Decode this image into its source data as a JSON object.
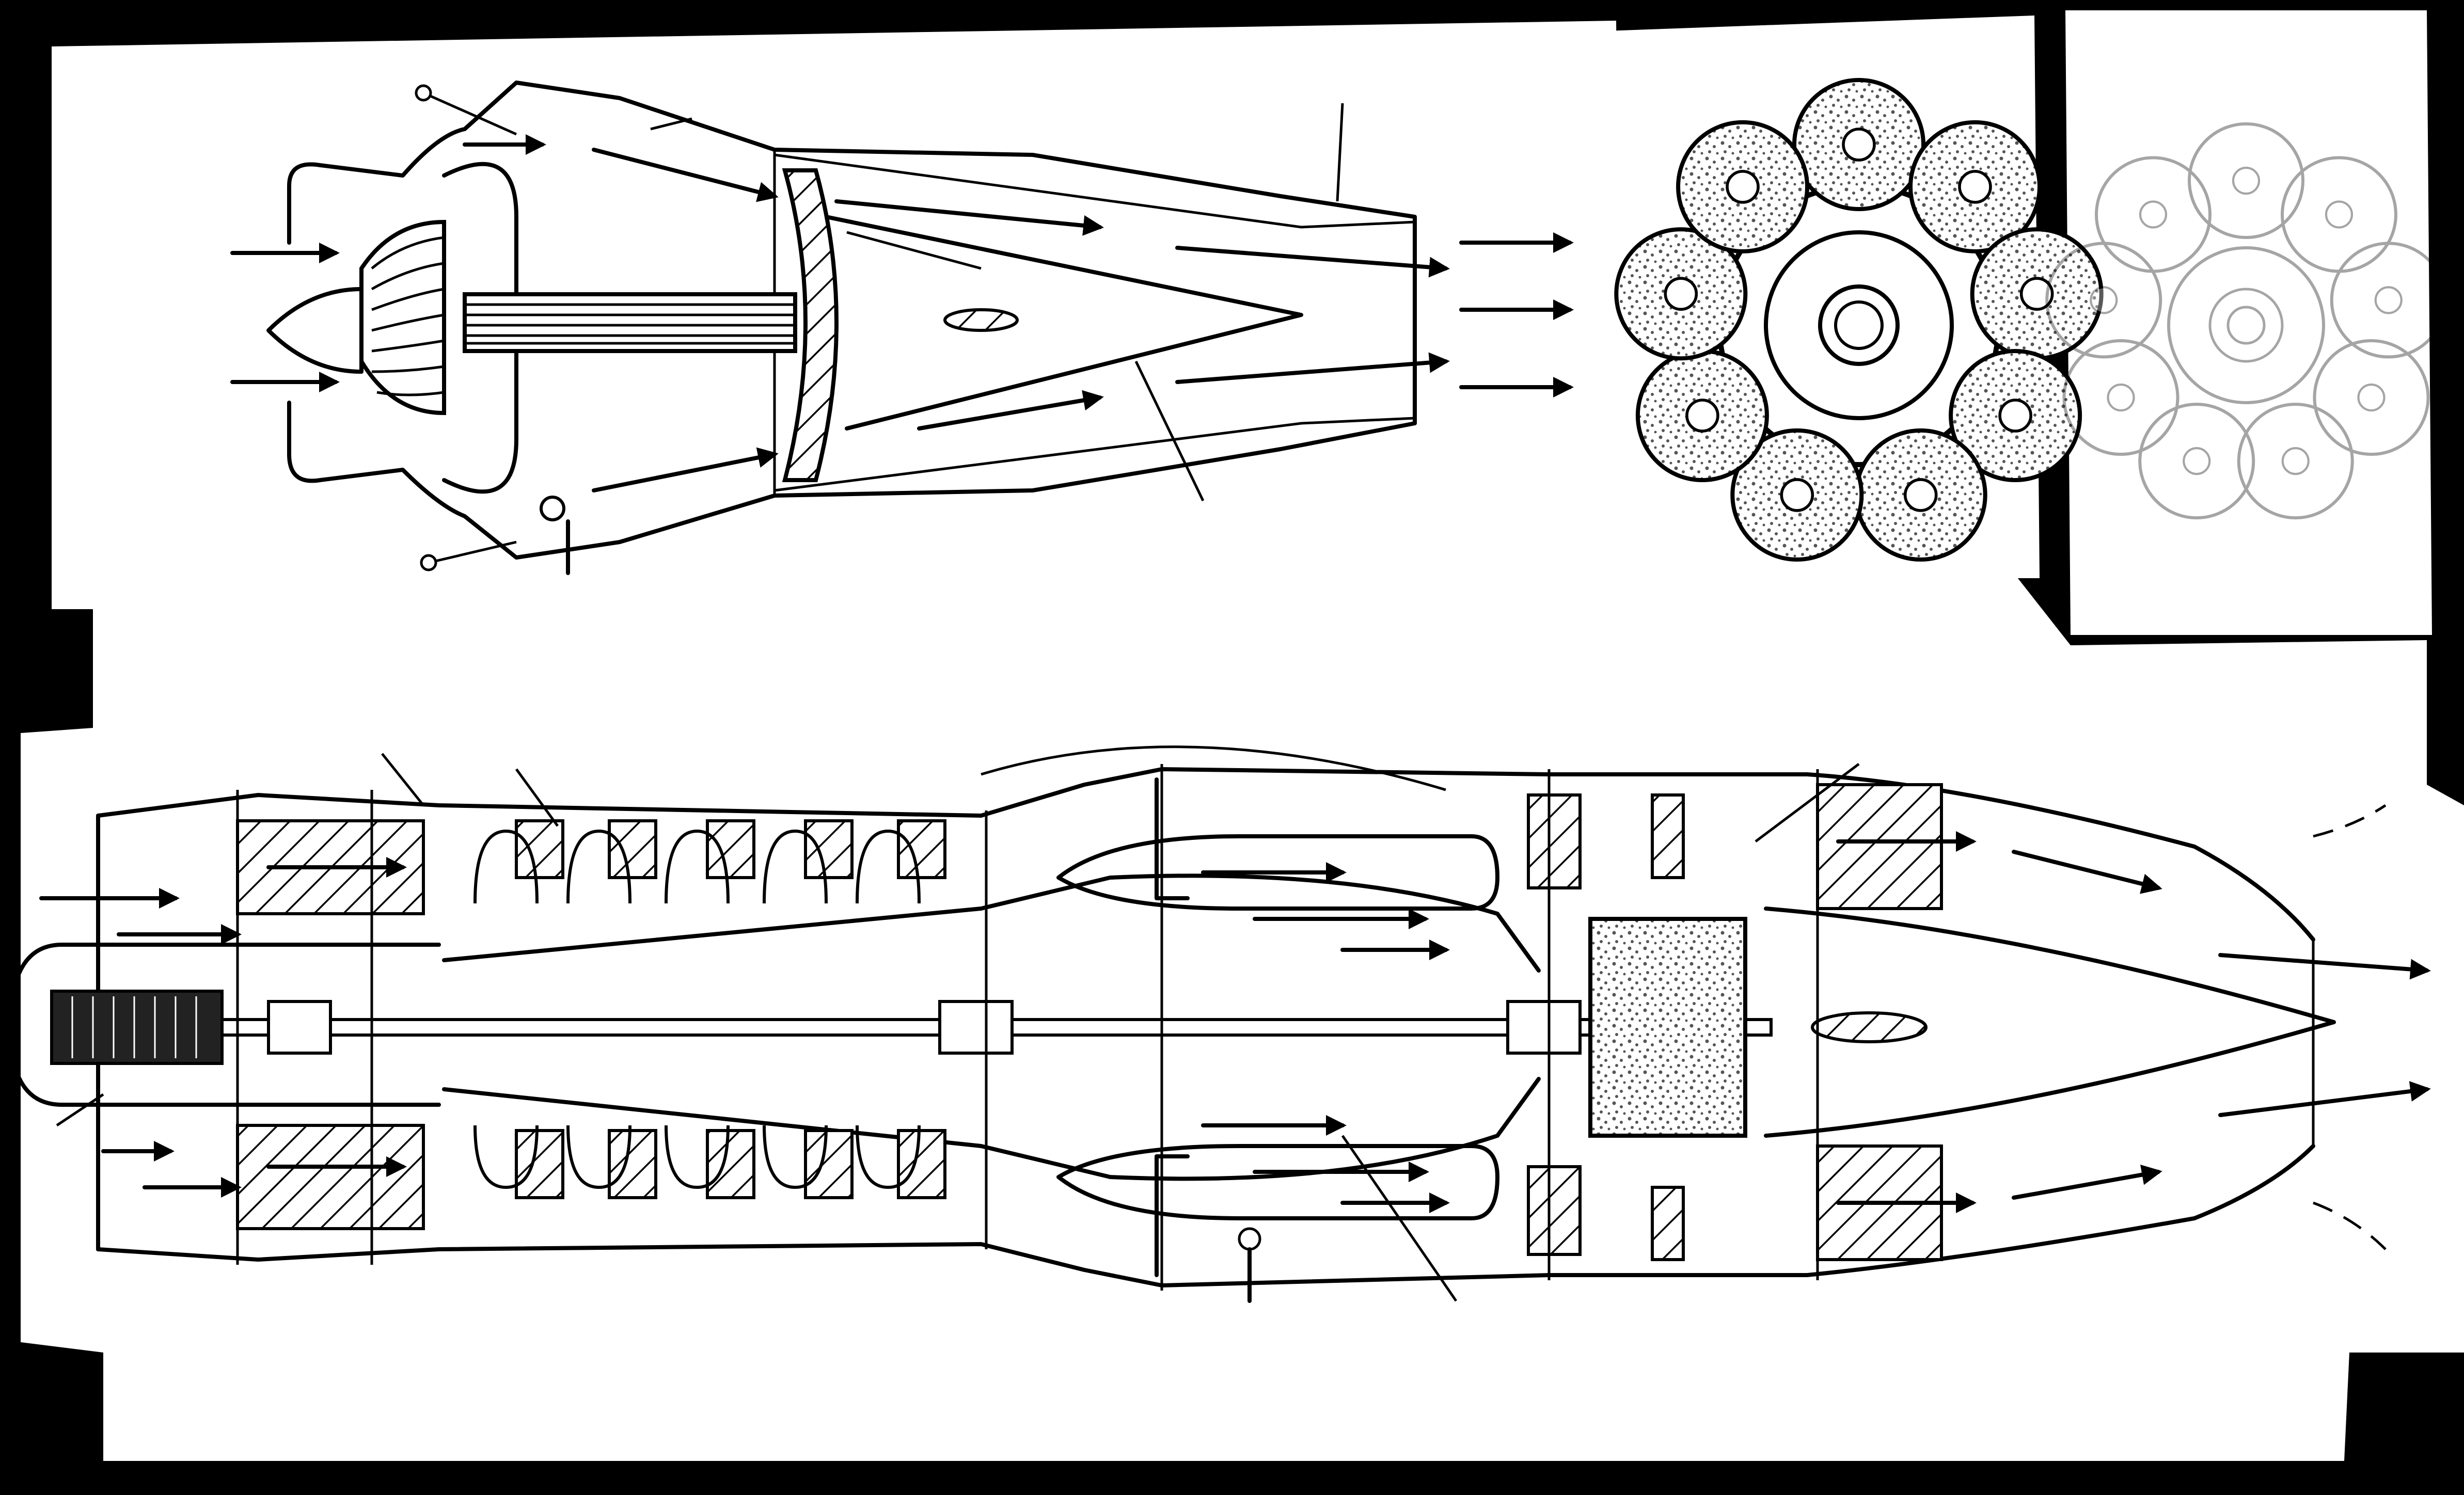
{
  "figure": {
    "panels": [
      {
        "id": "centrifugal-turbojet-section"
      },
      {
        "id": "combustion-chamber-ring-end-view"
      },
      {
        "id": "faded-chamber-ring-end-view"
      },
      {
        "id": "axial-turbojet-section"
      }
    ],
    "colors": {
      "background": "#000000",
      "paper": "#ffffff",
      "ink": "#000000",
      "stipple": "#9a9a9a"
    }
  }
}
